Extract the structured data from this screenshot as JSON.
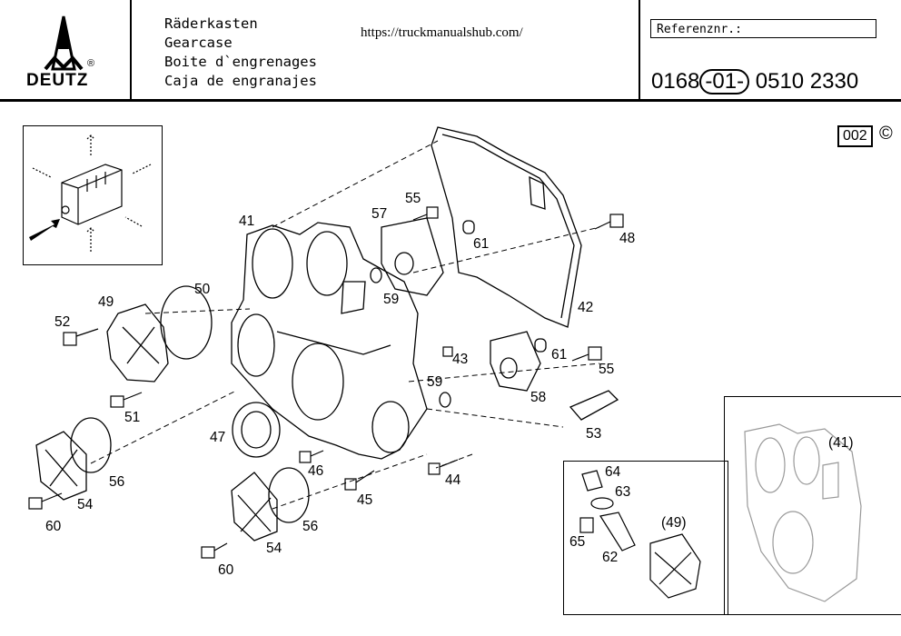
{
  "header": {
    "logo_text": "DEUTZ",
    "logo_reg": "®",
    "titles": [
      "Räderkasten",
      "Gearcase",
      "Boite d`engrenages",
      "Caja de engranajes"
    ],
    "url": "https://truckmanualshub.com/",
    "ref_label": "Referenznr.:",
    "ref_part1": "0168",
    "ref_part2": "-01-",
    "ref_part3": "0510 2330"
  },
  "page_code": "002",
  "copyright_symbol": "©",
  "labels": {
    "l41": "41",
    "l55a": "55",
    "l57": "57",
    "l48": "48",
    "l61a": "61",
    "l42": "42",
    "l59a": "59",
    "l50": "50",
    "l49": "49",
    "l52": "52",
    "l43": "43",
    "l61b": "61",
    "l55b": "55",
    "l59b": "59",
    "l58": "58",
    "l51": "51",
    "l53": "53",
    "l47": "47",
    "l46": "46",
    "l44": "44",
    "l45": "45",
    "l56a": "56",
    "l54a": "54",
    "l60a": "60",
    "l56b": "56",
    "l54b": "54",
    "l60b": "60",
    "l64": "64",
    "l63": "63",
    "l49b": "(49)",
    "l65": "65",
    "l62": "62",
    "l41b": "(41)"
  }
}
